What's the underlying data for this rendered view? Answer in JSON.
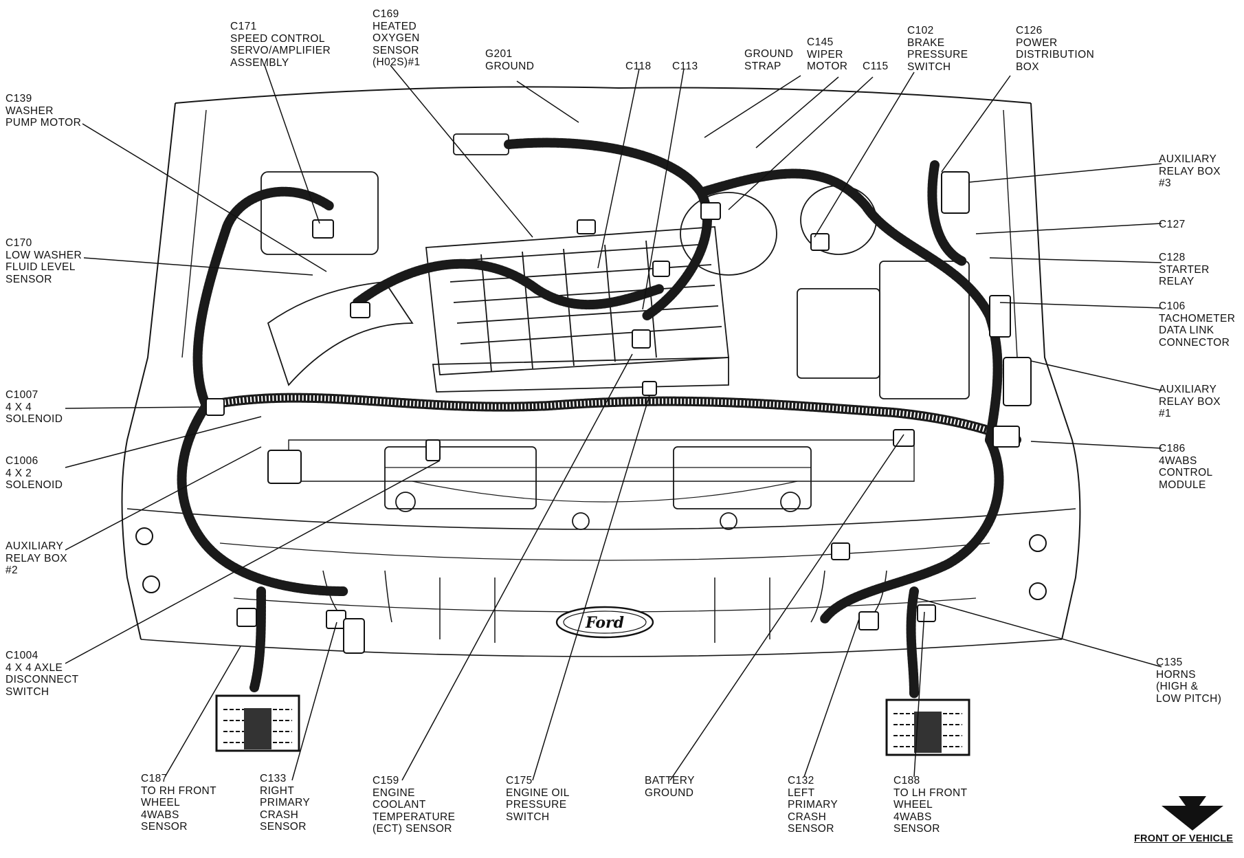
{
  "labels": {
    "c171": "C171\nSPEED CONTROL\nSERVO/AMPLIFIER\nASSEMBLY",
    "c169": "C169\nHEATED\nOXYGEN\nSENSOR\n(H02S)#1",
    "g201": "G201\nGROUND",
    "c118": "C118",
    "c113": "C113",
    "ground_strap": "GROUND\nSTRAP",
    "c145": "C145\nWIPER\nMOTOR",
    "c115": "C115",
    "c102": "C102\nBRAKE\nPRESSURE\nSWITCH",
    "c126": "C126\nPOWER\nDISTRIBUTION\nBOX",
    "c139": "C139\nWASHER\nPUMP MOTOR",
    "aux3": "AUXILIARY\nRELAY BOX\n#3",
    "c127": "C127",
    "c170": "C170\nLOW WASHER\nFLUID LEVEL\nSENSOR",
    "c128": "C128\nSTARTER\nRELAY",
    "c106": "C106\nTACHOMETER\nDATA LINK\nCONNECTOR",
    "c1007": "C1007\n4 X 4\nSOLENOID",
    "aux1": "AUXILIARY\nRELAY BOX\n#1",
    "c1006": "C1006\n4 X 2\nSOLENOID",
    "c186": "C186\n4WABS\nCONTROL\nMODULE",
    "aux2": "AUXILIARY\nRELAY BOX\n#2",
    "c1004": "C1004\n4 X 4 AXLE\nDISCONNECT\nSWITCH",
    "c135": "C135\nHORNS\n(HIGH &\nLOW PITCH)",
    "c187": "C187\nTO RH FRONT\nWHEEL\n4WABS\nSENSOR",
    "c133": "C133\nRIGHT\nPRIMARY\nCRASH\nSENSOR",
    "c159": "C159\nENGINE\nCOOLANT\nTEMPERATURE\n(ECT) SENSOR",
    "c175": "C175\nENGINE OIL\nPRESSURE\nSWITCH",
    "battery_ground": "BATTERY\nGROUND",
    "c132": "C132\nLEFT\nPRIMARY\nCRASH\nSENSOR",
    "c188": "C188\nTO LH FRONT\nWHEEL\n4WABS\nSENSOR"
  },
  "footer": {
    "front_of_vehicle": "FRONT OF VEHICLE"
  },
  "grille_badge": "Ford"
}
